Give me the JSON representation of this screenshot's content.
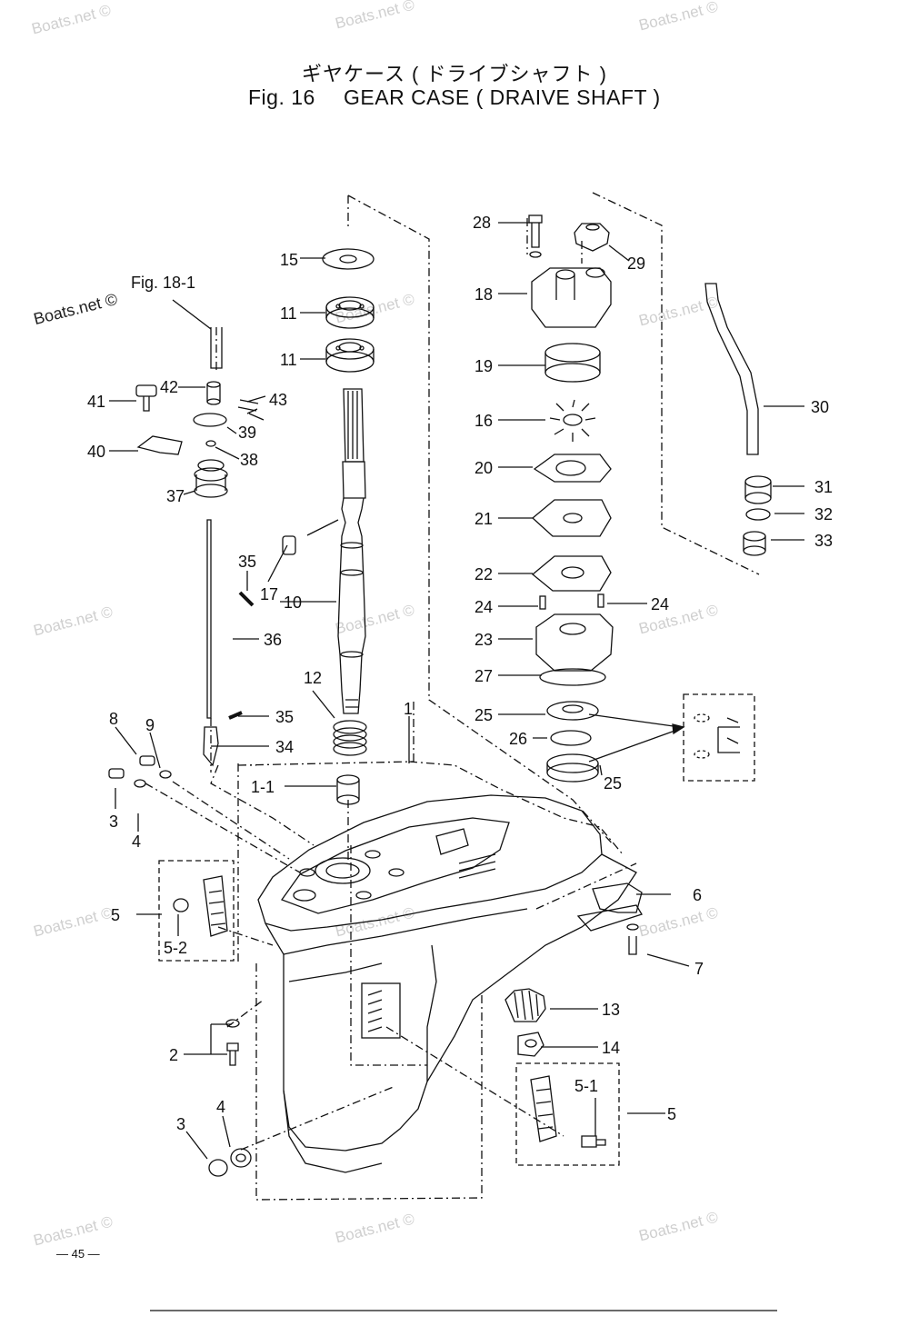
{
  "header": {
    "title_jp": "ギヤケース ( ドライブシャフト )",
    "figure_no": "Fig. 16",
    "title_en": "GEAR CASE ( DRAIVE SHAFT )"
  },
  "watermark": "Boats.net ©",
  "page_number": "— 45 —",
  "callouts": {
    "c1": "1",
    "c1_1": "1-1",
    "c2": "2",
    "c3a": "3",
    "c3b": "3",
    "c4a": "4",
    "c4b": "4",
    "c5a": "5",
    "c5b": "5",
    "c5_1": "5-1",
    "c5_2": "5-2",
    "c6": "6",
    "c7": "7",
    "c8": "8",
    "c9": "9",
    "c10": "10",
    "c11a": "11",
    "c11b": "11",
    "c12": "12",
    "c13": "13",
    "c14": "14",
    "c15": "15",
    "c16": "16",
    "c17": "17",
    "c18": "18",
    "c19": "19",
    "c20": "20",
    "c21": "21",
    "c22": "22",
    "c23": "23",
    "c24a": "24",
    "c24b": "24",
    "c25a": "25",
    "c25b": "25",
    "c26": "26",
    "c27": "27",
    "c28": "28",
    "c29": "29",
    "c30": "30",
    "c31": "31",
    "c32": "32",
    "c33": "33",
    "c34": "34",
    "c35a": "35",
    "c35b": "35",
    "c36": "36",
    "c37": "37",
    "c38": "38",
    "c39": "39",
    "c40": "40",
    "c41": "41",
    "c42": "42",
    "c43": "43",
    "fig_ref": "Fig. 18-1"
  }
}
